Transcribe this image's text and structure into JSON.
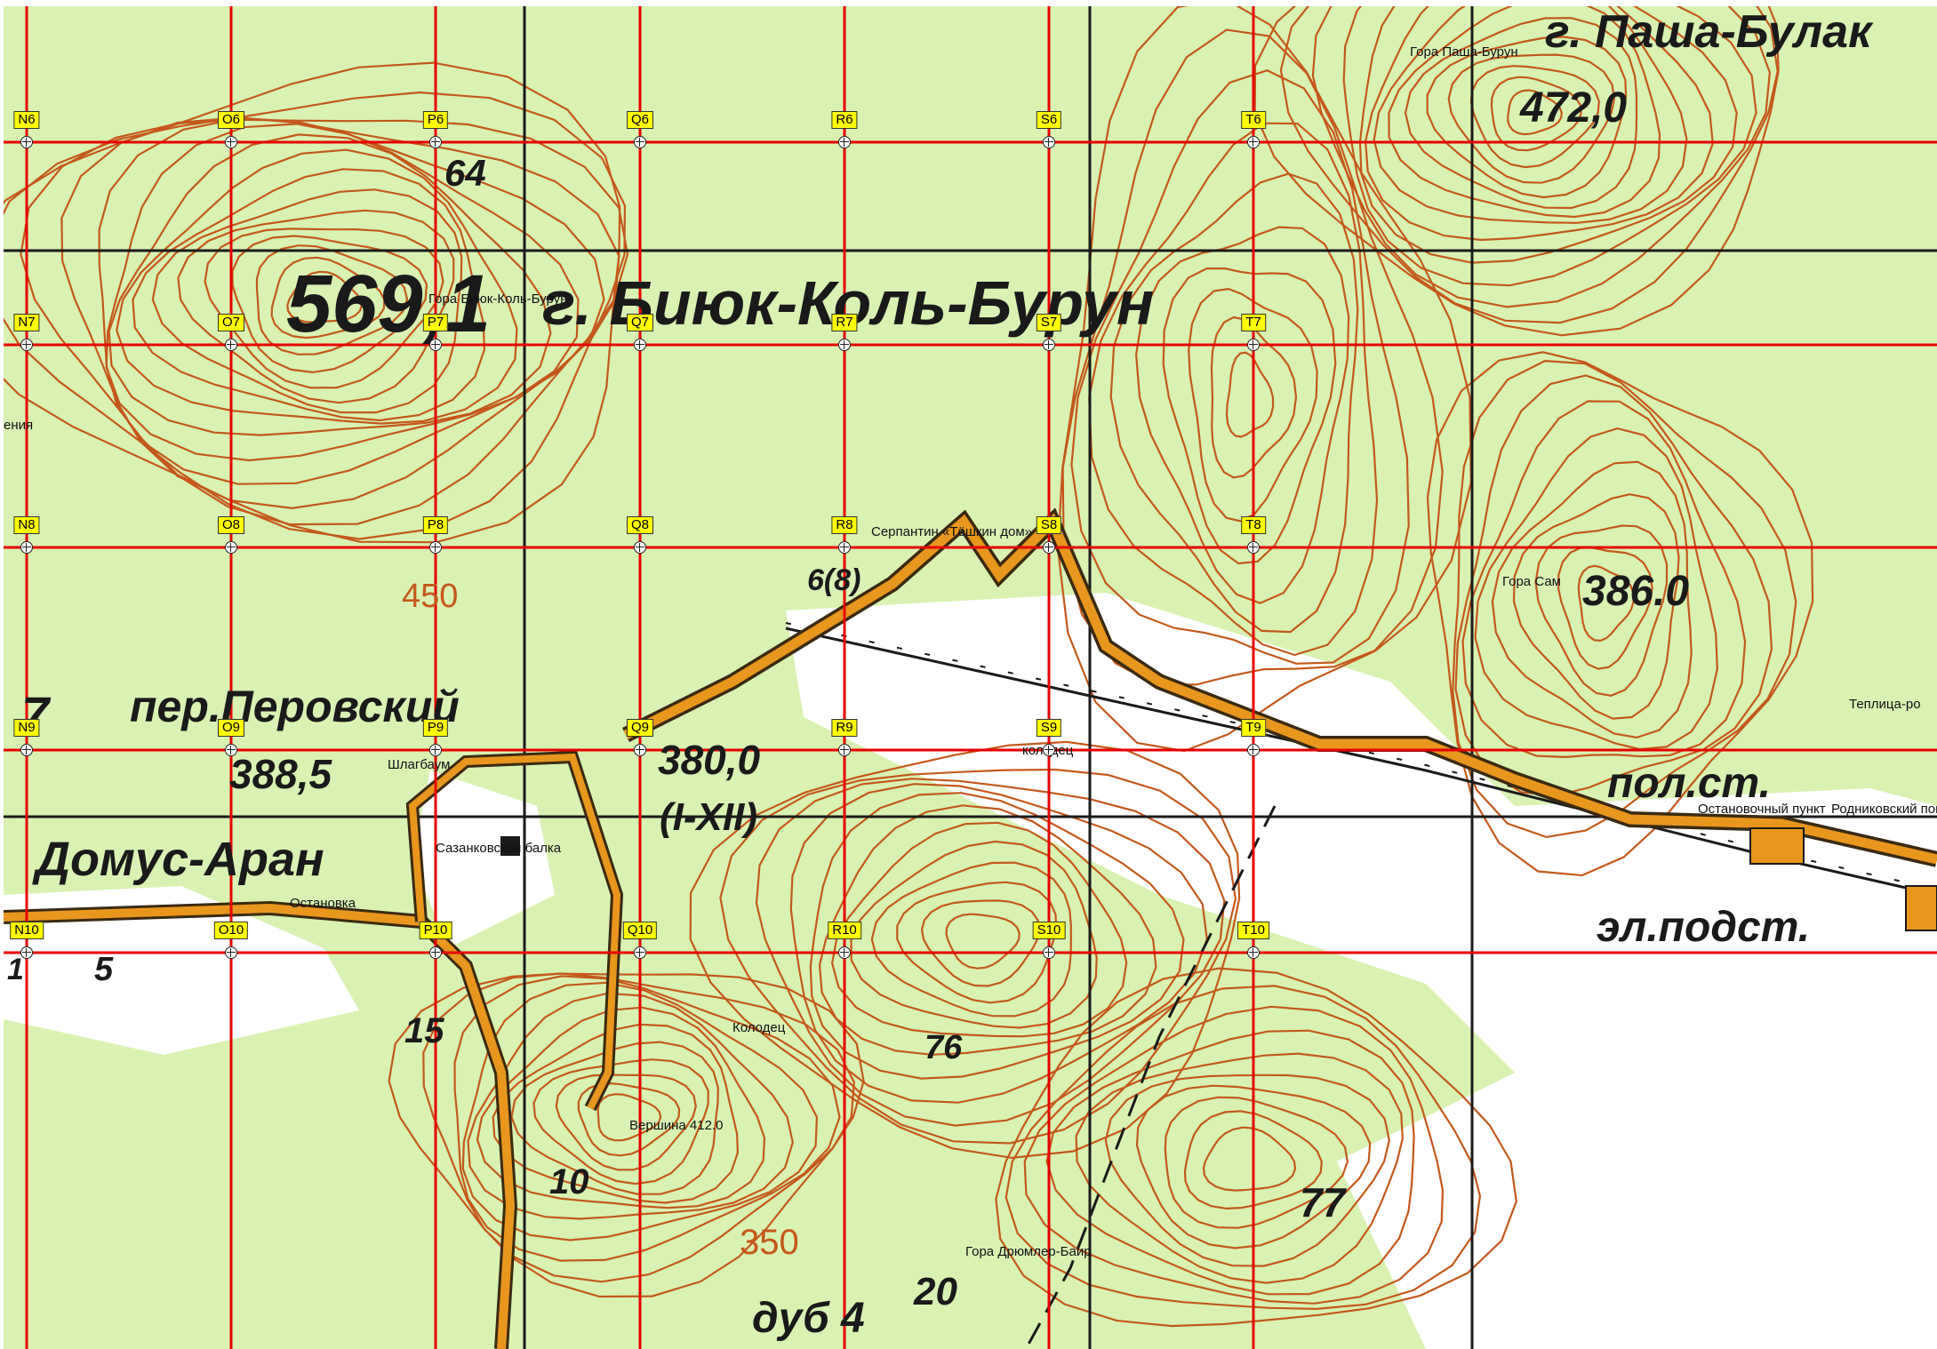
{
  "map": {
    "colors": {
      "forest": "#d9f2b3",
      "clearing": "#ffffff",
      "contour": "#c4581c",
      "road_fill": "#e8961e",
      "road_outline": "#3a2a10",
      "grid_line": "#e60000",
      "kilometre_line": "#1a1a1a",
      "grid_label_bg": "#ffff00"
    },
    "big_labels": [
      {
        "id": "summit-biyuk",
        "text": "569,1",
        "size": "large"
      },
      {
        "id": "name-biyuk",
        "text": "г. Биюк-Коль-Бурун",
        "size": "large"
      },
      {
        "id": "name-pasha",
        "text": "г. Паша-Булак",
        "size": "medium"
      },
      {
        "id": "elev-472",
        "text": "472,0",
        "size": "medium"
      },
      {
        "id": "elev-64",
        "text": "64",
        "size": "small"
      },
      {
        "id": "name-perovsky",
        "text": "пер.Перовский",
        "size": "medium"
      },
      {
        "id": "elev-388",
        "text": "388,5",
        "size": "medium"
      },
      {
        "id": "name-domus",
        "text": "Домус-Аран",
        "size": "medium"
      },
      {
        "id": "elev-380",
        "text": "380,0",
        "size": "medium"
      },
      {
        "id": "months",
        "text": "(I-XII)",
        "size": "medium"
      },
      {
        "id": "road-width",
        "text": "6(8)",
        "size": "small"
      },
      {
        "id": "elev-386",
        "text": "386.0",
        "size": "medium"
      },
      {
        "id": "platform",
        "text": "пол.ст.",
        "size": "medium"
      },
      {
        "id": "substation",
        "text": "эл.подст.",
        "size": "medium"
      },
      {
        "id": "num-76",
        "text": "76",
        "size": "small"
      },
      {
        "id": "num-77",
        "text": "77",
        "size": "small"
      },
      {
        "id": "num-15",
        "text": "15",
        "size": "small"
      },
      {
        "id": "num-10",
        "text": "10",
        "size": "small"
      },
      {
        "id": "num-5",
        "text": "5",
        "size": "small"
      },
      {
        "id": "num-7",
        "text": "7",
        "size": "medium"
      },
      {
        "id": "num-1",
        "text": "1",
        "size": "small"
      },
      {
        "id": "name-dub",
        "text": "дуб 4",
        "size": "medium"
      },
      {
        "id": "num-20",
        "text": "20",
        "size": "medium"
      },
      {
        "id": "contour-450",
        "text": "450",
        "size": "contour"
      },
      {
        "id": "contour-350",
        "text": "350",
        "size": "contour"
      }
    ],
    "point_labels": [
      {
        "id": "gora-pasha",
        "text": "Гора Паша-Бурун"
      },
      {
        "id": "gora-biyuk",
        "text": "Гора Биюк-Коль-Бурун"
      },
      {
        "id": "edge-left",
        "text": "ения"
      },
      {
        "id": "serpentine",
        "text": "Серпантин «Тёшкин дом»"
      },
      {
        "id": "gora-sam",
        "text": "Гора Сам"
      },
      {
        "id": "teplitsa",
        "text": "Теплица-ро"
      },
      {
        "id": "shlagbaum",
        "text": "Шлагбаум"
      },
      {
        "id": "kolodets-1",
        "text": "колодец"
      },
      {
        "id": "station",
        "text": "Остановочный пункт"
      },
      {
        "id": "povorot",
        "text": "Родниковский пово"
      },
      {
        "id": "sazanka",
        "text": "Сазанковская балка"
      },
      {
        "id": "ostanovka",
        "text": "Остановка"
      },
      {
        "id": "kolodets-2",
        "text": "Колодец"
      },
      {
        "id": "vershina",
        "text": "Вершина 412.0"
      },
      {
        "id": "gora-dryumler",
        "text": "Гора Дрюмлер-Баир"
      }
    ],
    "grid": {
      "columns": [
        "N",
        "O",
        "P",
        "Q",
        "R",
        "S",
        "T"
      ],
      "rows": [
        6,
        7,
        8,
        9,
        10
      ]
    }
  }
}
